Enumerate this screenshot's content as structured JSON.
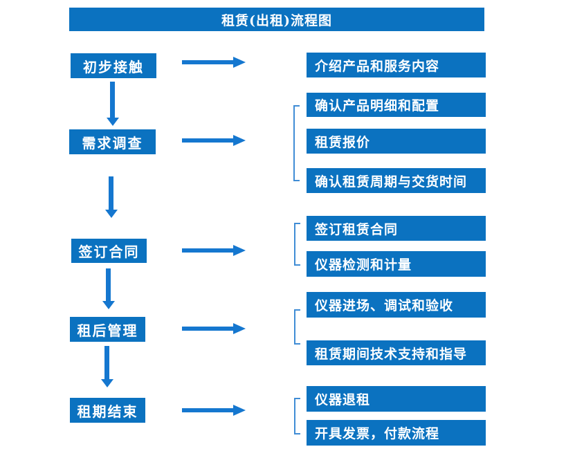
{
  "flow": {
    "title": "租赁(出租)流程图",
    "stages": [
      {
        "label": "初步接触",
        "details": [
          "介绍产品和服务内容"
        ]
      },
      {
        "label": "需求调查",
        "details": [
          "确认产品明细和配置",
          "租赁报价",
          "确认租赁周期与交货时间"
        ]
      },
      {
        "label": "签订合同",
        "details": [
          "签订租赁合同",
          "仪器检测和计量"
        ]
      },
      {
        "label": "租后管理",
        "details": [
          "仪器进场、调试和验收",
          "租赁期间技术支持和指导"
        ]
      },
      {
        "label": "租期结束",
        "details": [
          "仪器退租",
          "开具发票，付款流程"
        ]
      }
    ]
  },
  "colors": {
    "box_blue": "#0b72c0",
    "arrow_blue": "#1577cf",
    "bracket_blue": "#3f8cd5",
    "text_white": "#ffffff"
  }
}
